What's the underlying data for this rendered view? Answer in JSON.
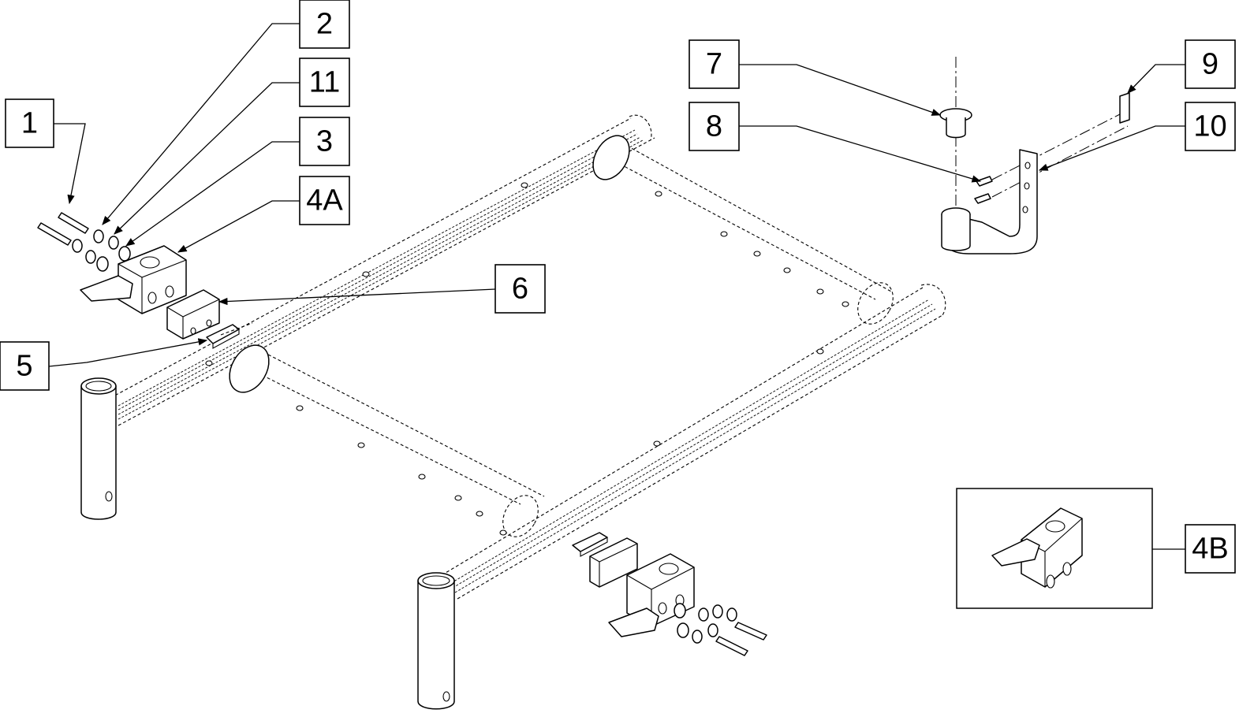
{
  "callouts": {
    "c1": "1",
    "c2": "2",
    "c11": "11",
    "c3": "3",
    "c4a": "4A",
    "c6": "6",
    "c5": "5",
    "c7": "7",
    "c8": "8",
    "c9": "9",
    "c10": "10",
    "c4b": "4B"
  },
  "colors": {
    "line": "#000000",
    "background": "#ffffff"
  }
}
